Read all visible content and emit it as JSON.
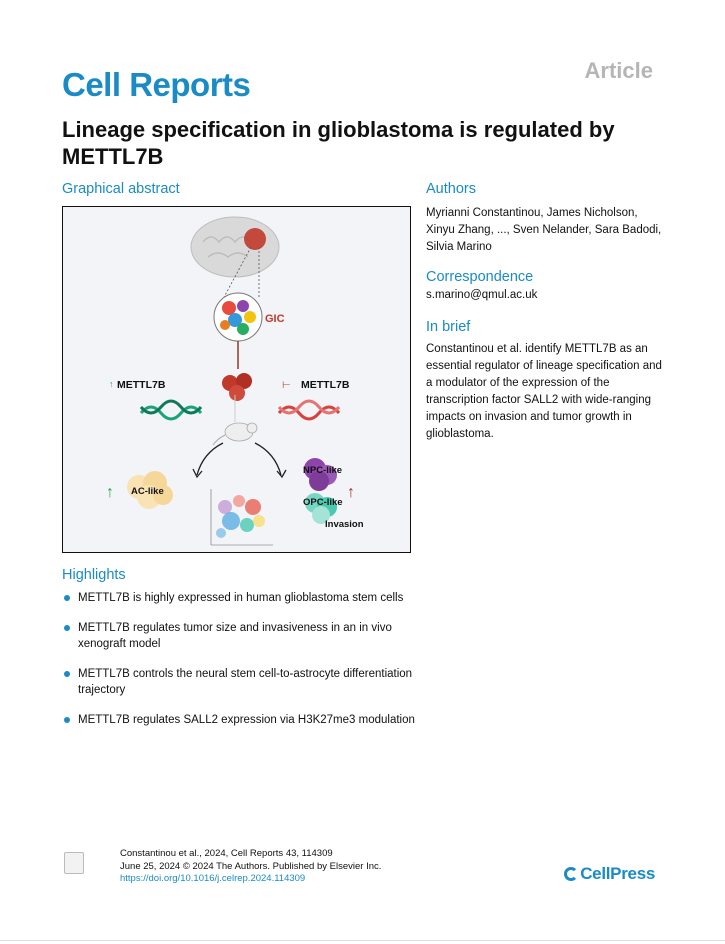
{
  "journal": "Cell Reports",
  "article_type": "Article",
  "title": "Lineage specification in glioblastoma is regulated by METTL7B",
  "sections": {
    "graphical_abstract": "Graphical abstract",
    "authors": "Authors",
    "correspondence": "Correspondence",
    "in_brief": "In brief",
    "highlights": "Highlights"
  },
  "authors": "Myrianni Constantinou, James Nicholson, Xinyu Zhang, ..., Sven Nelander, Sara Badodi, Silvia Marino",
  "correspondence": "s.marino@qmul.ac.uk",
  "in_brief": "Constantinou et al. identify METTL7B as an essential regulator of lineage specification and a modulator of the expression of the transcription factor SALL2 with wide-ranging impacts on invasion and tumor growth in glioblastoma.",
  "graphical_abstract": {
    "gic_label": "GIC",
    "mettl7b_up": "METTL7B",
    "mettl7b_inhibited": "METTL7B",
    "ac_like": "AC-like",
    "npc_like": "NPC-like",
    "opc_like": "OPC-like",
    "invasion": "Invasion"
  },
  "highlights": [
    "METTL7B is highly expressed in human glioblastoma stem cells",
    "METTL7B regulates tumor size and invasiveness in an in vivo xenograft model",
    "METTL7B controls the neural stem cell-to-astrocyte differentiation trajectory",
    "METTL7B regulates SALL2 expression via H3K27me3 modulation"
  ],
  "footer": {
    "citation": "Constantinou et al., 2024, Cell Reports 43, 114309",
    "date_line": "June 25, 2024 © 2024 The Authors. Published by Elsevier Inc.",
    "doi": "https://doi.org/10.1016/j.celrep.2024.114309"
  },
  "publisher": "CellPress",
  "colors": {
    "accent": "#1a8bc6",
    "gic_red": "#c0392b",
    "dna_green": "#1aa37a",
    "dna_red": "#d9403a"
  }
}
